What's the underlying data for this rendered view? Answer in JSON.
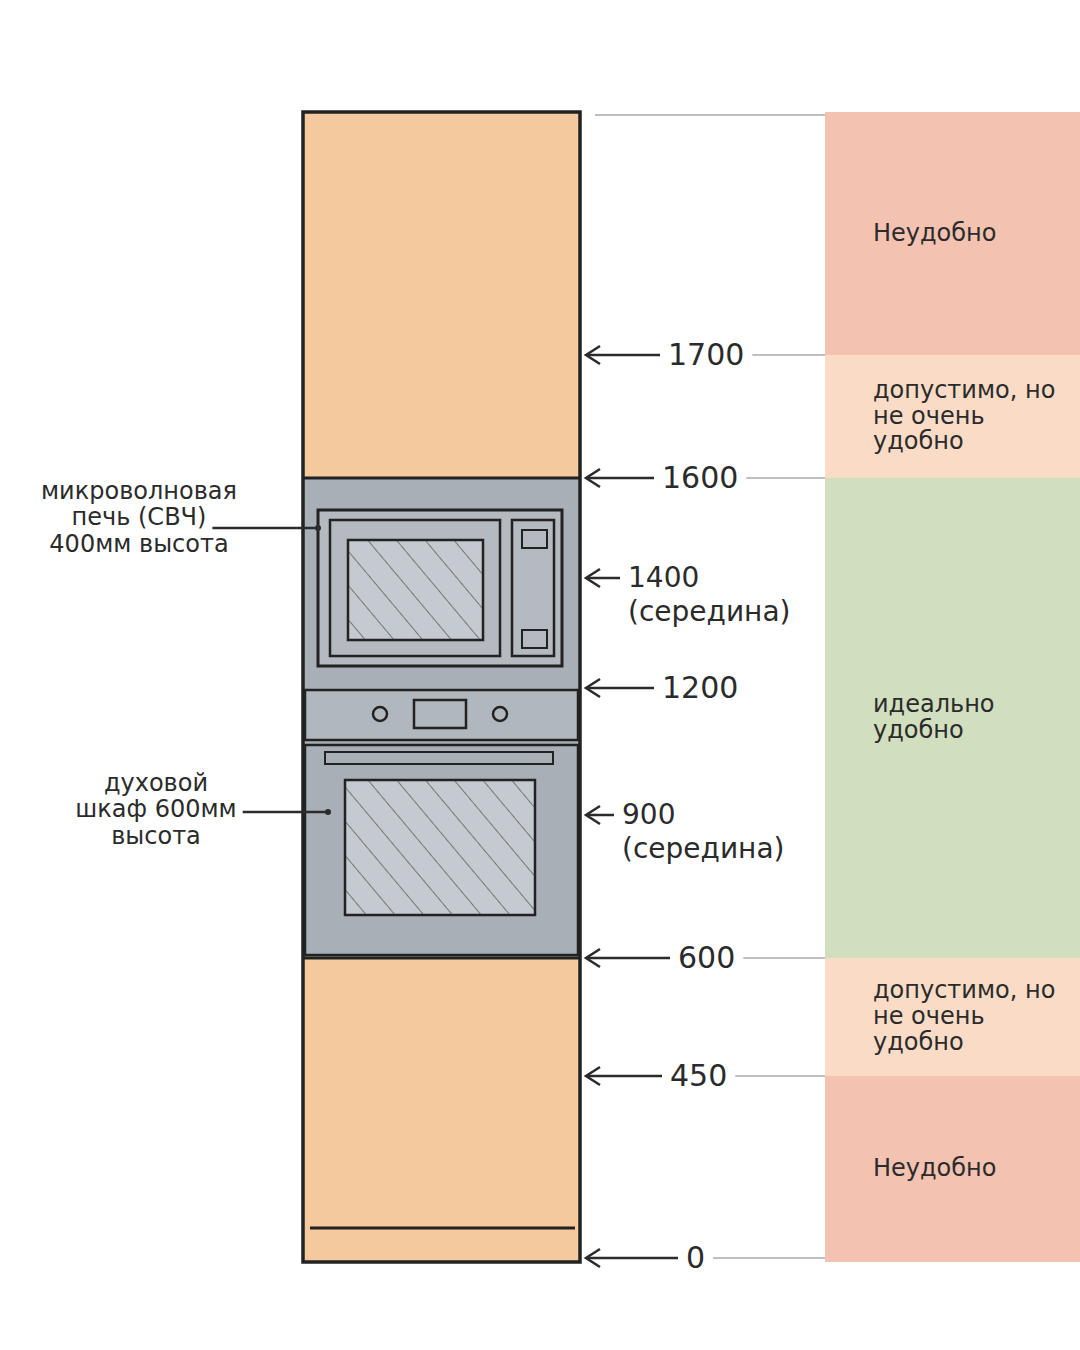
{
  "diagram": {
    "nodes": [
      {
        "text": [
          "Неудобно"
        ]
      },
      {
        "text": [
          "допустимо, но не очень удобно"
        ]
      },
      {
        "text": [
          "идеально удобно"
        ]
      },
      {
        "text": [
          "допустимо, но не очень удобно"
        ]
      },
      {
        "text": [
          "Неудобно"
        ]
      }
    ],
    "labels": [
      "микроволновая печь (СВЧ) 400мм высота",
      "духовой шкаф 600мм высота",
      "1700",
      "1600",
      "1400 (середина)",
      "1200",
      "900 (середина)",
      "600",
      "450",
      "0"
    ]
  }
}
